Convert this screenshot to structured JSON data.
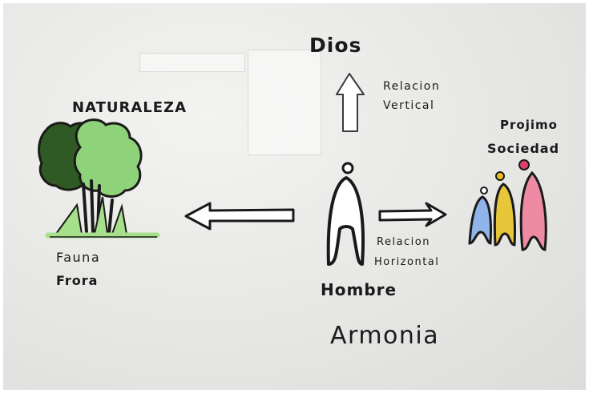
{
  "labels": {
    "dios": "Dios",
    "relacion_vertical_1": "Relacion",
    "relacion_vertical_2": "Vertical",
    "naturaleza": "NATURALEZA",
    "projimo": "Projimo",
    "sociedad": "Sociedad",
    "fauna": "Fauna",
    "flora": "Frora",
    "relacion_horizontal_1": "Relacion",
    "relacion_horizontal_2": "Horizontal",
    "hombre": "Hombre",
    "armonia": "Armonia"
  },
  "colors": {
    "ink": "#1a1a1a",
    "tree_dark": "#2f5a24",
    "tree_light": "#8ed27a",
    "grass": "#a6e08a",
    "figure_blue": "#8fb4ea",
    "figure_yellow": "#e8c63a",
    "figure_pink": "#ee8aa2",
    "head_red": "#e0406a",
    "head_gold": "#e8c020"
  }
}
